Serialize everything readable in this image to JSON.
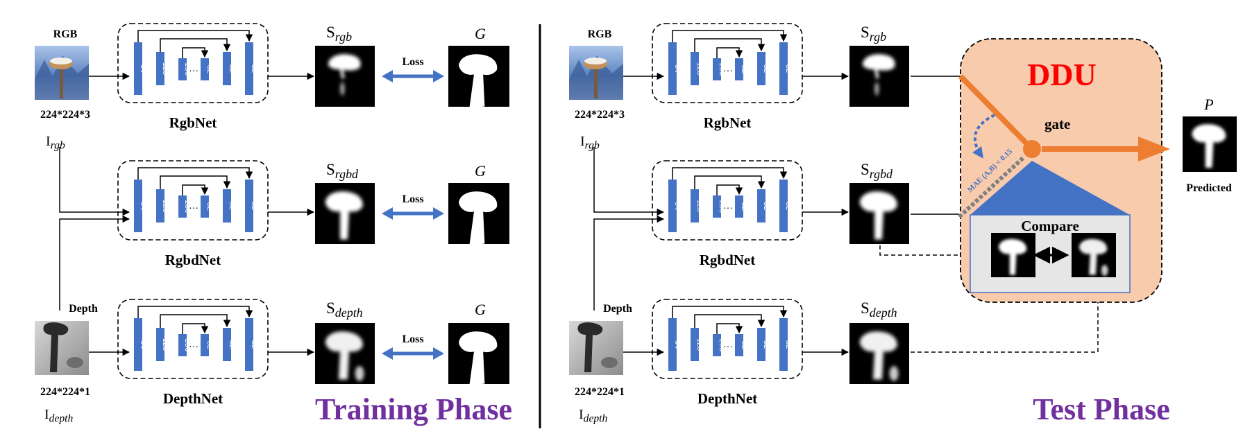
{
  "training": {
    "phase_title": "Training Phase",
    "rgb_label": "RGB",
    "rgb_size": "224*224*3",
    "rgb_symbol": "I",
    "rgb_symbol_sub": "rgb",
    "depth_label": "Depth",
    "depth_size": "224*224*1",
    "depth_symbol": "I",
    "depth_symbol_sub": "depth",
    "rows": [
      {
        "net": "RgbNet",
        "out": "S",
        "out_sub": "rgb",
        "loss": "Loss",
        "gt": "G"
      },
      {
        "net": "RgbdNet",
        "out": "S",
        "out_sub": "rgbd",
        "loss": "Loss",
        "gt": "G"
      },
      {
        "net": "DepthNet",
        "out": "S",
        "out_sub": "depth",
        "loss": "Loss",
        "gt": "G"
      }
    ]
  },
  "test": {
    "phase_title": "Test Phase",
    "rgb_label": "RGB",
    "rgb_size": "224*224*3",
    "rgb_symbol": "I",
    "rgb_symbol_sub": "rgb",
    "depth_label": "Depth",
    "depth_size": "224*224*1",
    "depth_symbol": "I",
    "depth_symbol_sub": "depth",
    "rows": [
      {
        "net": "RgbNet",
        "out": "S",
        "out_sub": "rgb"
      },
      {
        "net": "RgbdNet",
        "out": "S",
        "out_sub": "rgbd"
      },
      {
        "net": "DepthNet",
        "out": "S",
        "out_sub": "depth"
      }
    ],
    "ddu": {
      "title": "DDU",
      "gate": "gate",
      "condition": "MAE (A,B) < 0.15",
      "compare": "Compare"
    },
    "prediction": {
      "symbol": "P",
      "label": "Predicted"
    }
  },
  "network_blocks": {
    "outer_left": "64",
    "mid_left": "128",
    "inner_left": "256",
    "ellipsis": "···",
    "inner_right": "32",
    "mid_right": "32",
    "outer_right": "32"
  },
  "colors": {
    "block": "#4472C4",
    "loss_arrow": "#4472C4",
    "phase_title": "#7030A0",
    "ddu_fill": "#F8CBAD",
    "ddu_title": "#FF0000",
    "gate": "#ED7D31",
    "compare_fill": "#E7E6E6",
    "compare_roof": "#4472C4"
  }
}
